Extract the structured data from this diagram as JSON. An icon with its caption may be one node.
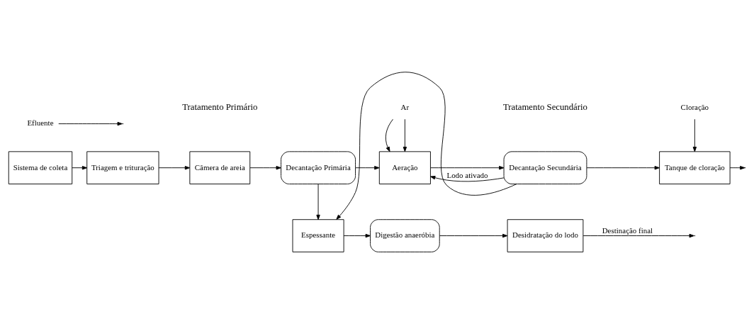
{
  "diagram": {
    "nodes": [
      {
        "text": [
          "Sistema de coleta"
        ]
      },
      {
        "text": [
          "Triagem e trituração"
        ]
      },
      {
        "text": [
          "Câmera de areia"
        ]
      },
      {
        "text": [
          "Decantação Primária"
        ]
      },
      {
        "text": [
          "Aeração"
        ]
      },
      {
        "text": [
          "Decantação Secundária"
        ]
      },
      {
        "text": [
          "Tanque de cloração"
        ]
      },
      {
        "text": [
          "Espessante"
        ]
      },
      {
        "text": [
          "Digestão anaeróbia"
        ]
      },
      {
        "text": [
          "Desidratação do lodo"
        ]
      },
      {
        "text": [
          "Ar"
        ]
      },
      {
        "text": [
          "Cloração"
        ]
      },
      {
        "text": [
          "Efluente"
        ]
      }
    ],
    "edges": [
      {
        "from": 0,
        "to": 1,
        "arrow": "to"
      },
      {
        "from": 1,
        "to": 2,
        "arrow": "to"
      },
      {
        "from": 2,
        "to": 3,
        "arrow": "to"
      },
      {
        "from": 3,
        "to": 4,
        "arrow": "to"
      },
      {
        "from": 10,
        "to": 4,
        "arrow": "to"
      },
      {
        "from": 10,
        "to": 4,
        "arrow": "to"
      },
      {
        "from": 4,
        "to": 5,
        "arrow": "to"
      },
      {
        "from": 5,
        "to": 6,
        "arrow": "to"
      },
      {
        "from": 11,
        "to": 6,
        "arrow": "to"
      },
      {
        "from": 6,
        "to": null,
        "arrow": "to"
      },
      {
        "from": 12,
        "to": null,
        "arrow": "to"
      },
      {
        "from": 5,
        "to": 4,
        "arrow": "to",
        "label": "Lodo ativado"
      },
      {
        "from": 3,
        "to": 7,
        "arrow": "to"
      },
      {
        "from": 5,
        "to": 7,
        "arrow": "to"
      },
      {
        "from": 7,
        "to": 8,
        "arrow": "to"
      },
      {
        "from": 8,
        "to": 9,
        "arrow": "to"
      },
      {
        "from": 9,
        "to": null,
        "arrow": "to",
        "label": "Destinação final"
      }
    ],
    "labels": [
      "Tratamento Primário",
      "Tratamento Secundário"
    ]
  }
}
